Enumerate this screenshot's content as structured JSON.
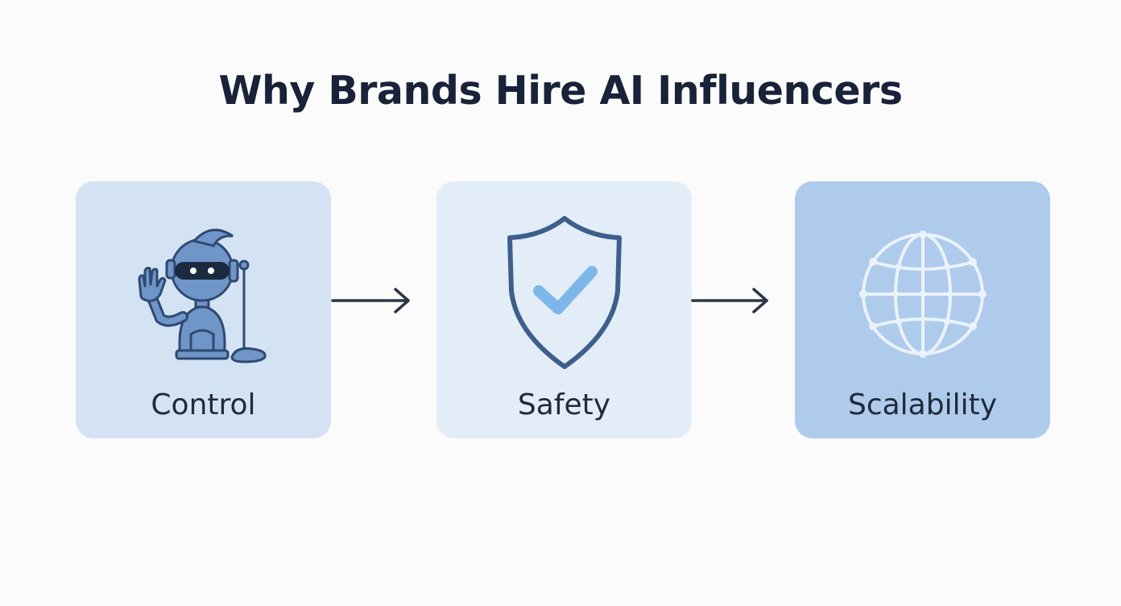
{
  "title": "Why Brands Hire AI Influencers",
  "steps": [
    {
      "label": "Control",
      "icon": "robot-icon"
    },
    {
      "label": "Safety",
      "icon": "shield-check-icon"
    },
    {
      "label": "Scalability",
      "icon": "globe-icon"
    }
  ],
  "colors": {
    "title": "#182238",
    "label": "#1f2a3a",
    "card_control": "#d4e3f4",
    "card_safety": "#e2edf8",
    "card_scalability": "#aecbec",
    "icon_fill": "#6f95c9",
    "icon_stroke": "#2f4a70",
    "check": "#7db6e8",
    "globe": "#eaf2fb",
    "arrow": "#2c3647"
  }
}
